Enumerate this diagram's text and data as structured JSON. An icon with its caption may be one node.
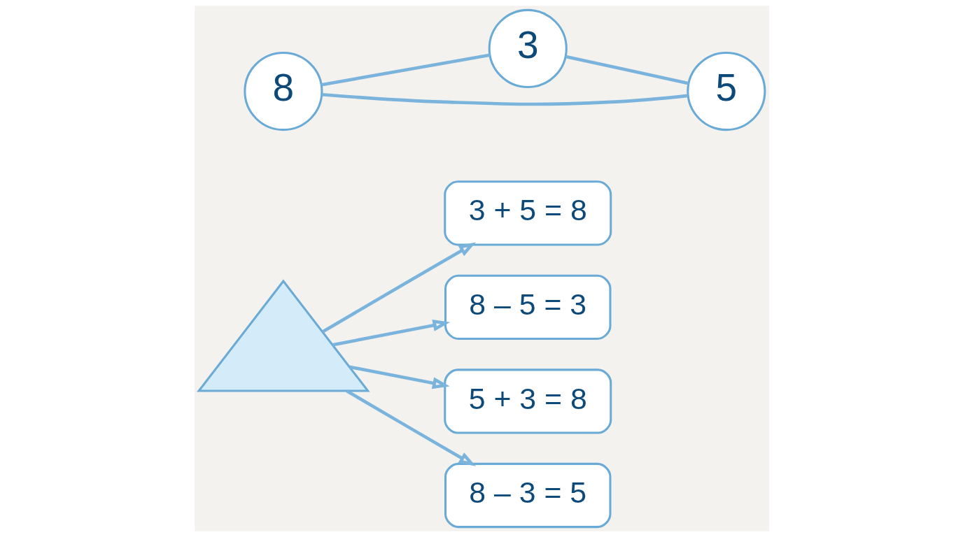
{
  "diagram": {
    "nodes": [
      {
        "text": [],
        "shape": "triangle"
      },
      {
        "text": [
          "8"
        ]
      },
      {
        "text": [
          "3 + 5 = 8"
        ]
      },
      {
        "text": [
          "8 – 5 = 3"
        ]
      },
      {
        "text": [
          "5 + 3 = 8"
        ]
      },
      {
        "text": [
          "8 – 3 = 5"
        ]
      },
      {
        "text": [
          "3"
        ]
      },
      {
        "text": [
          "5"
        ]
      }
    ],
    "edges": [
      {
        "from": 1,
        "to": 6,
        "arrow": "none"
      },
      {
        "from": 1,
        "to": 7,
        "arrow": "none"
      },
      {
        "from": 6,
        "to": 7,
        "arrow": "none"
      },
      {
        "from": 0,
        "to": 2,
        "arrow": "to"
      },
      {
        "from": 0,
        "to": 3,
        "arrow": "to"
      },
      {
        "from": 0,
        "to": 4,
        "arrow": "to"
      },
      {
        "from": 0,
        "to": 5,
        "arrow": "to"
      }
    ]
  }
}
